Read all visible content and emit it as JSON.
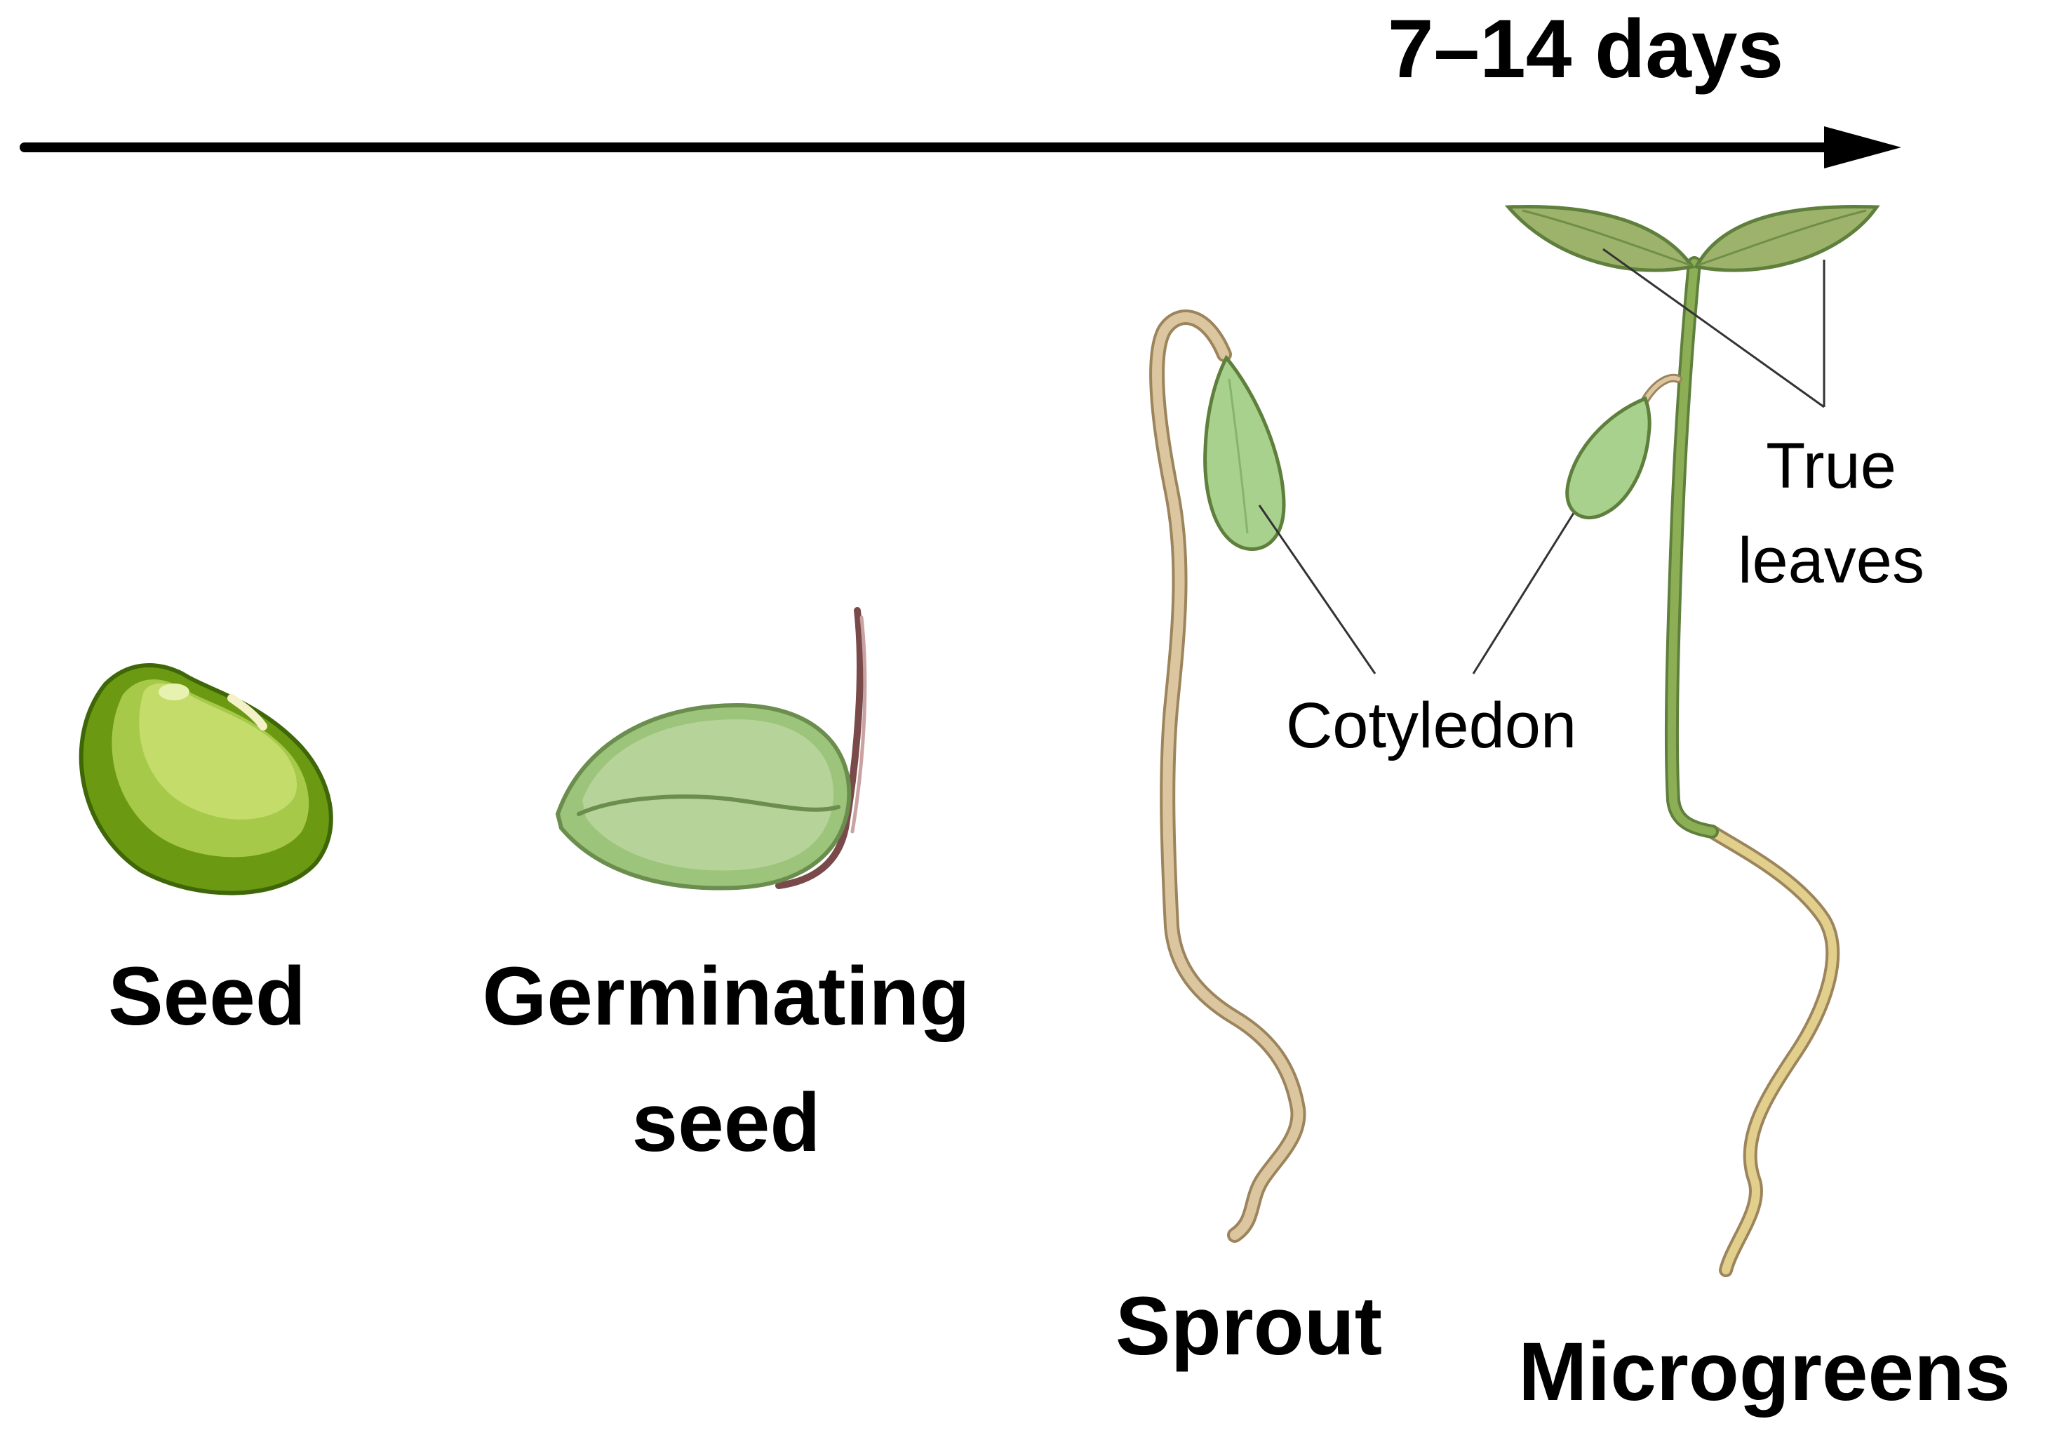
{
  "timeline": {
    "duration_label": "7–14 days"
  },
  "stages": {
    "seed": "Seed",
    "germinating_line1": "Germinating",
    "germinating_line2": "seed",
    "sprout": "Sprout",
    "microgreens": "Microgreens"
  },
  "annotations": {
    "cotyledon": "Cotyledon",
    "true_leaves_line1": "True",
    "true_leaves_line2": "leaves"
  },
  "colors": {
    "seed_dark": "#6b9a12",
    "seed_light": "#c3dc6a",
    "leaf_fill": "#a9d18e",
    "leaf_stroke": "#5f7f3c",
    "true_leaf_fill": "#9db36b",
    "stem_green": "#8caf56",
    "root_tan": "#dcc6a0",
    "root_stroke": "#9c845c",
    "radicle": "#7a4a4a"
  }
}
